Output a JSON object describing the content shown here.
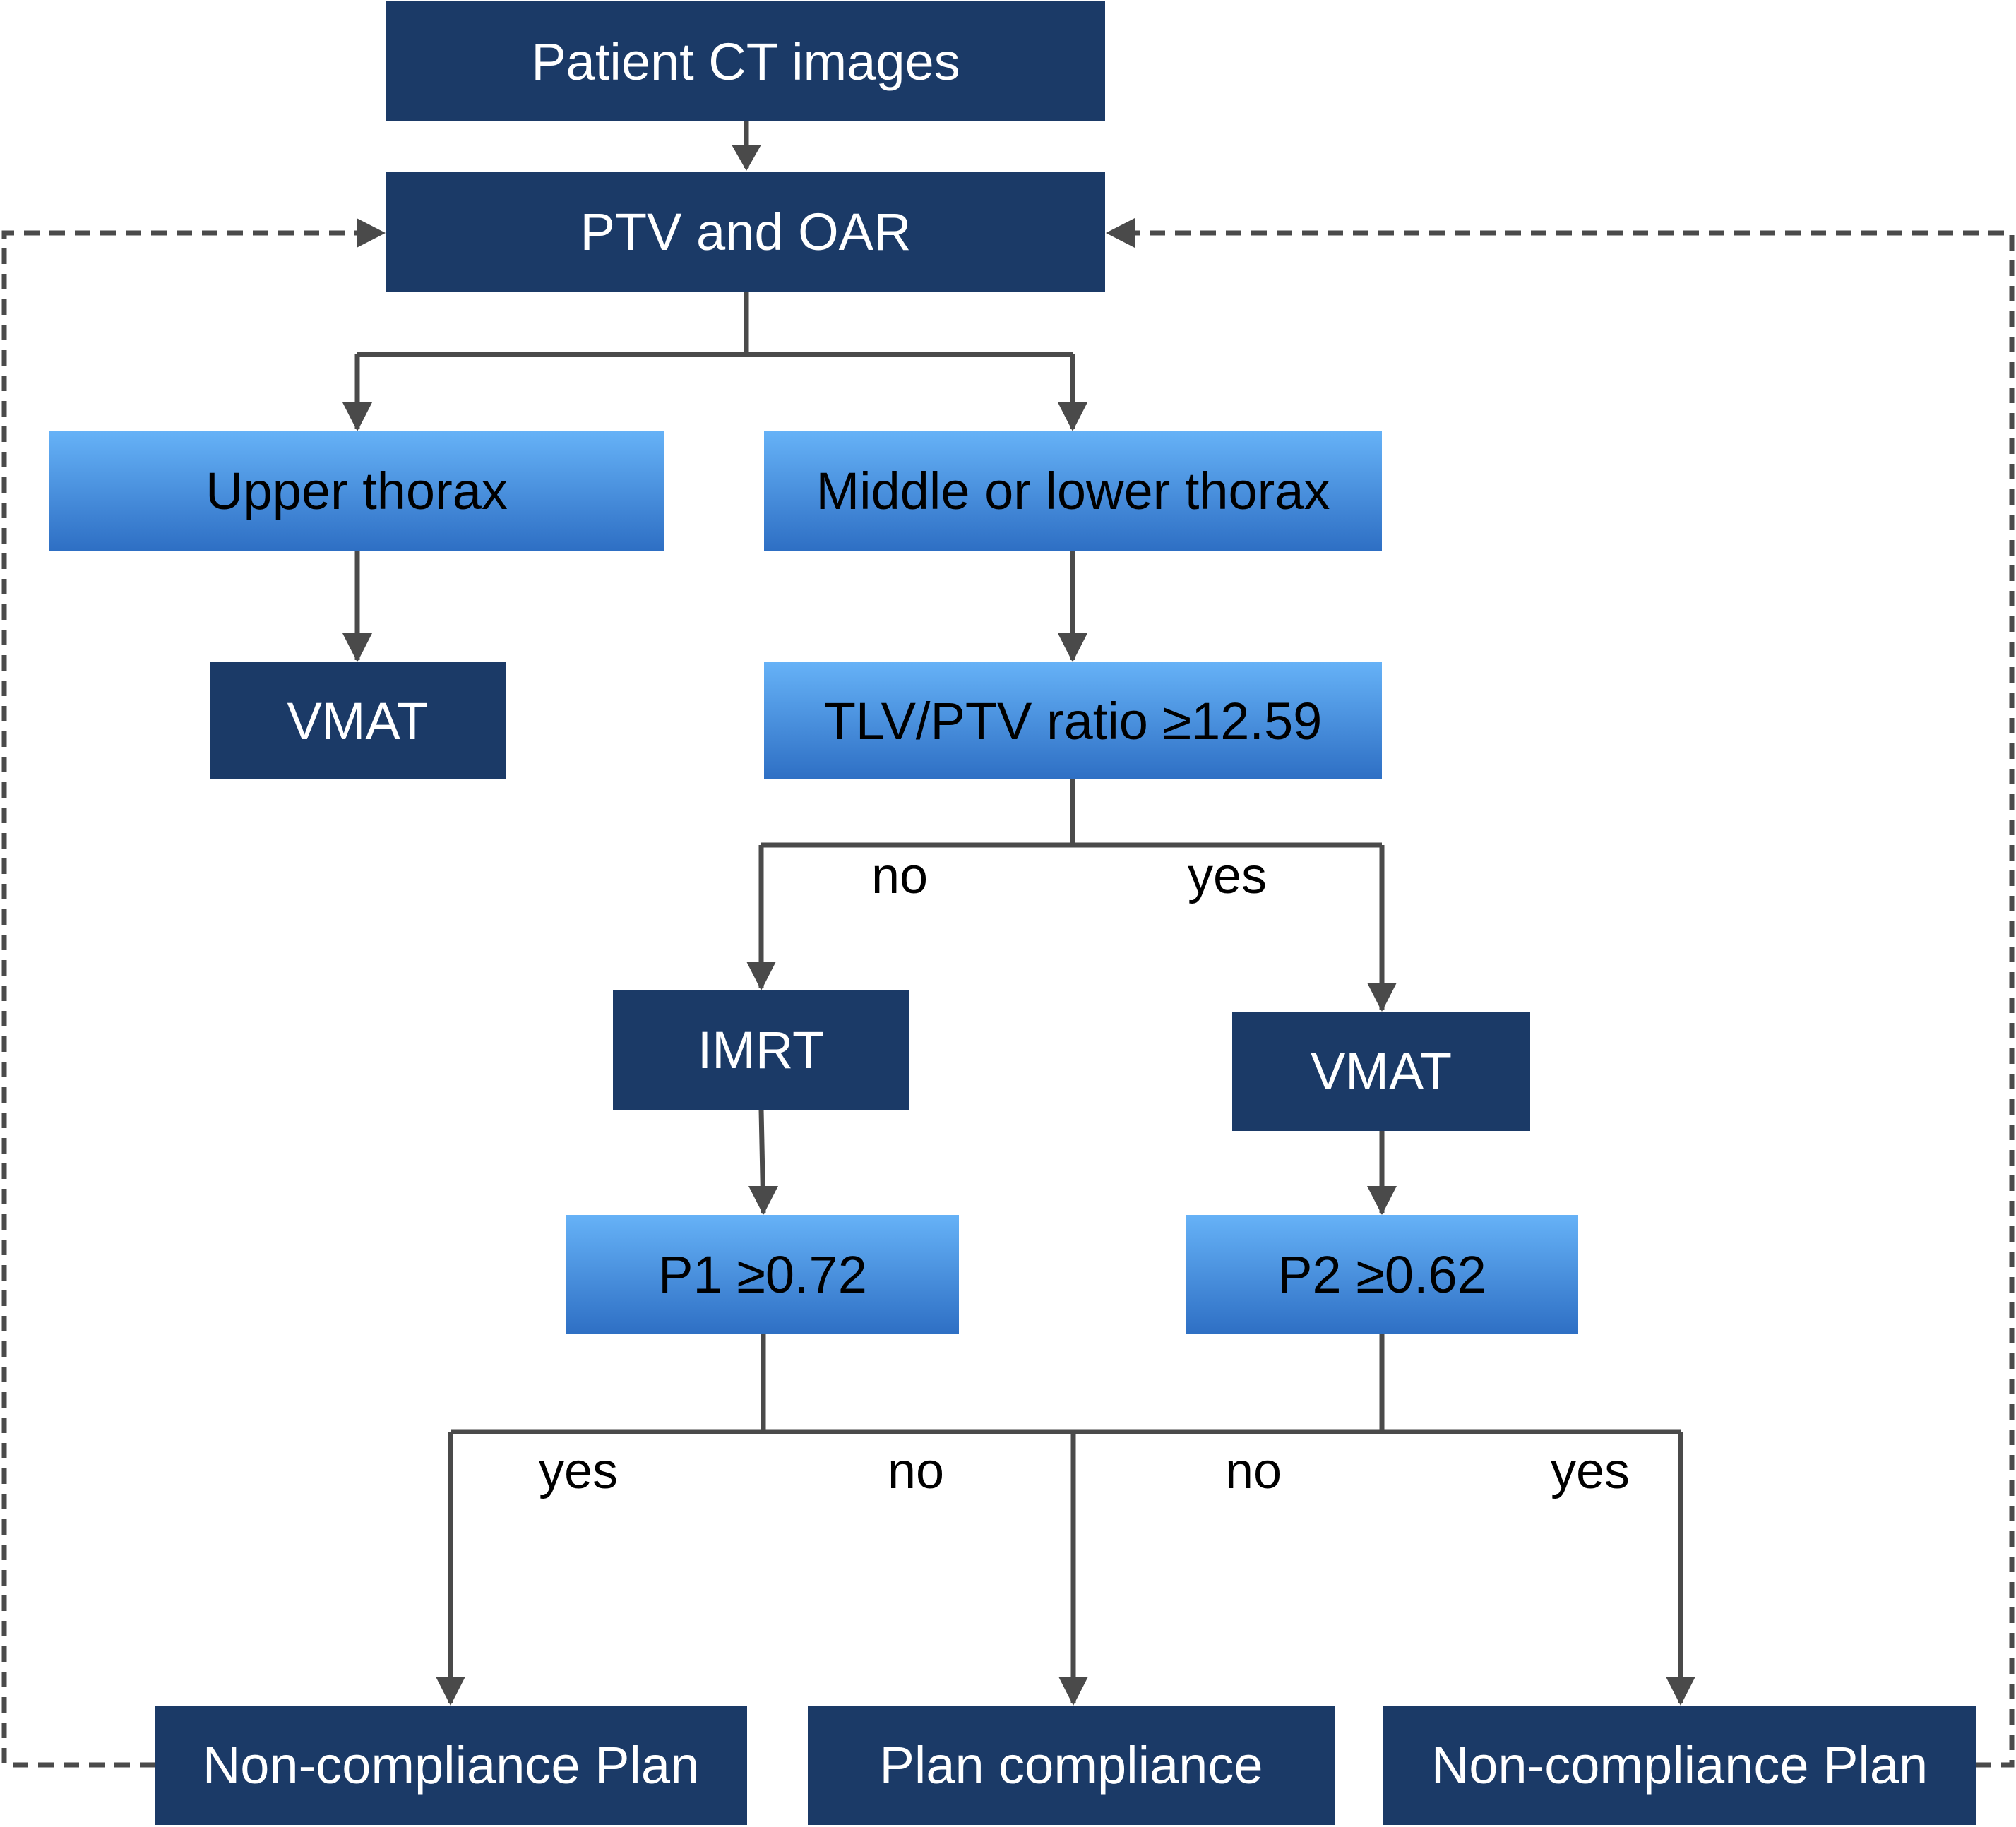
{
  "nodes": {
    "patient_ct": "Patient CT images",
    "ptv_oar": "PTV and OAR",
    "upper_thorax": "Upper thorax",
    "middle_lower": "Middle or lower thorax",
    "vmat_upper": "VMAT",
    "ratio_check": "TLV/PTV ratio ≥12.59",
    "imrt": "IMRT",
    "vmat_right": "VMAT",
    "p1_check": "P1 ≥0.72",
    "p2_check": "P2 ≥0.62",
    "noncompliance_left": "Non-compliance Plan",
    "plan_compliance": "Plan compliance",
    "noncompliance_right": "Non-compliance Plan"
  },
  "edge_labels": {
    "ratio_no": "no",
    "ratio_yes": "yes",
    "p1_yes": "yes",
    "p1_no": "no",
    "p2_no": "no",
    "p2_yes": "yes"
  },
  "colors": {
    "dark_box": "#1b3a67",
    "light_box_top": "#66b2f7",
    "light_box_bottom": "#2e6fc4",
    "connector": "#4a4a4a"
  }
}
